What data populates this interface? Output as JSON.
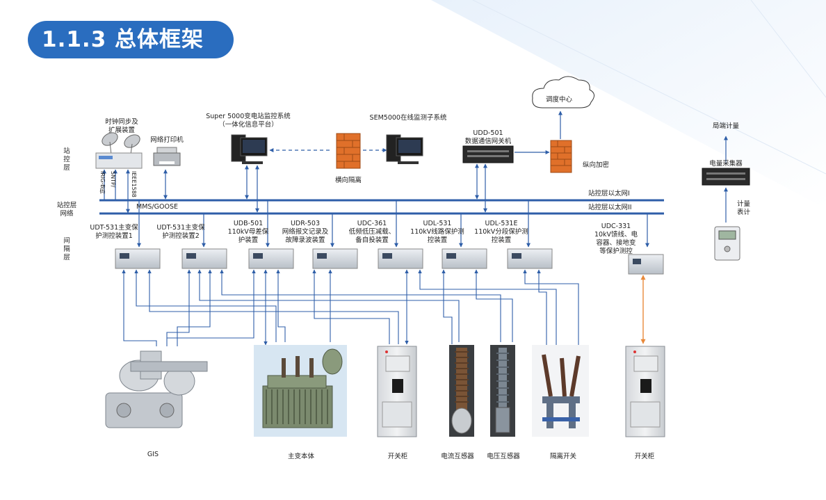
{
  "title": "1.1.3 总体框架",
  "station_layer_label": "站\n控\n层",
  "network_label": "站控层\n网络",
  "bay_layer_label": "间\n隔\n层",
  "clock": {
    "label": "时钟同步及\n扩展装置",
    "sig1": "IRIG-B码",
    "sig2": "SNTP/",
    "sig3": "IEEE1588"
  },
  "printer": {
    "label": "网络打印机"
  },
  "super5000": {
    "label": "Super 5000变电站监控系统\n（一体化信息平台）"
  },
  "sem5000": {
    "label": "SEM5000在线监测子系统"
  },
  "firewall_h": {
    "label": "横向隔离"
  },
  "udd": {
    "label": "UDD-501\n数据通信网关机"
  },
  "dispatch": {
    "label": "调度中心"
  },
  "firewall_v": {
    "label": "纵向加密"
  },
  "bureau": {
    "label": "局端计量"
  },
  "collector": {
    "label": "电量采集器"
  },
  "meter": {
    "label": "计量\n表计"
  },
  "net1": {
    "label": "站控层以太网I"
  },
  "net2": {
    "label": "站控层以太网II"
  },
  "mms": {
    "label": "MMS/GOOSE"
  },
  "devices": [
    {
      "label": "UDT-531主变保\n护测控装置1"
    },
    {
      "label": "UDT-531主变保\n护测控装置2"
    },
    {
      "label": "UDB-501\n110kV母差保\n护装置"
    },
    {
      "label": "UDR-503\n网络报文记录及\n故障录波装置"
    },
    {
      "label": "UDC-361\n低频低压减载、\n备自投装置"
    },
    {
      "label": "UDL-531\n110kV线路保护测\n控装置"
    },
    {
      "label": "UDL-531E\n110kV分段保护测\n控装置"
    },
    {
      "label": "UDC-331\n10kV馈线、电\n容器、接地变\n等保护测控"
    }
  ],
  "equipment": [
    {
      "label": "GIS"
    },
    {
      "label": "主变本体"
    },
    {
      "label": "开关柜"
    },
    {
      "label": "电流互感器"
    },
    {
      "label": "电压互感器"
    },
    {
      "label": "隔离开关"
    },
    {
      "label": "开关柜"
    }
  ],
  "colors": {
    "accent": "#2a6dbf",
    "line": "#2e5ea8",
    "orange": "#e8893a",
    "wall": "#e0702a"
  }
}
